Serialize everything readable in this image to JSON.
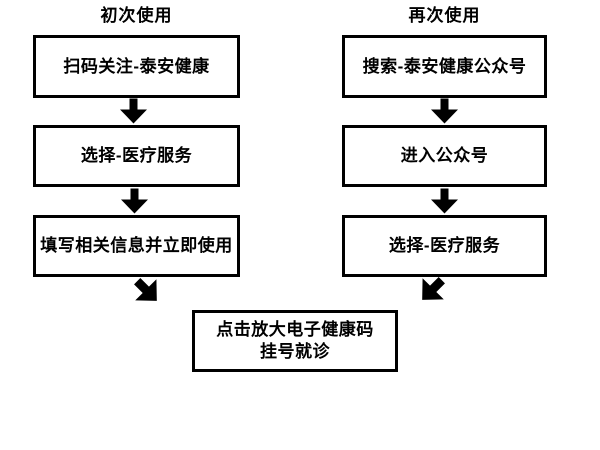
{
  "page": {
    "title": "公众号使用流程图",
    "colors": {
      "ink": "#000000",
      "background": "#ffffff"
    }
  },
  "flowchart": {
    "columns": [
      {
        "id": "first-use",
        "header": "初次使用",
        "steps": [
          "扫码关注-泰安健康",
          "选择-医疗服务",
          "填写相关信息并立即使用"
        ]
      },
      {
        "id": "repeat-use",
        "header": "再次使用",
        "steps": [
          "搜索-泰安健康公众号",
          "进入公众号",
          "选择-医疗服务"
        ]
      }
    ],
    "merge_step": {
      "line1": "点击放大电子健康码",
      "line2": "挂号就诊"
    },
    "icons": {
      "vertical_connector": "arrow-down-icon",
      "left_merge_connector": "arrow-down-right-icon",
      "right_merge_connector": "arrow-down-left-icon"
    }
  }
}
